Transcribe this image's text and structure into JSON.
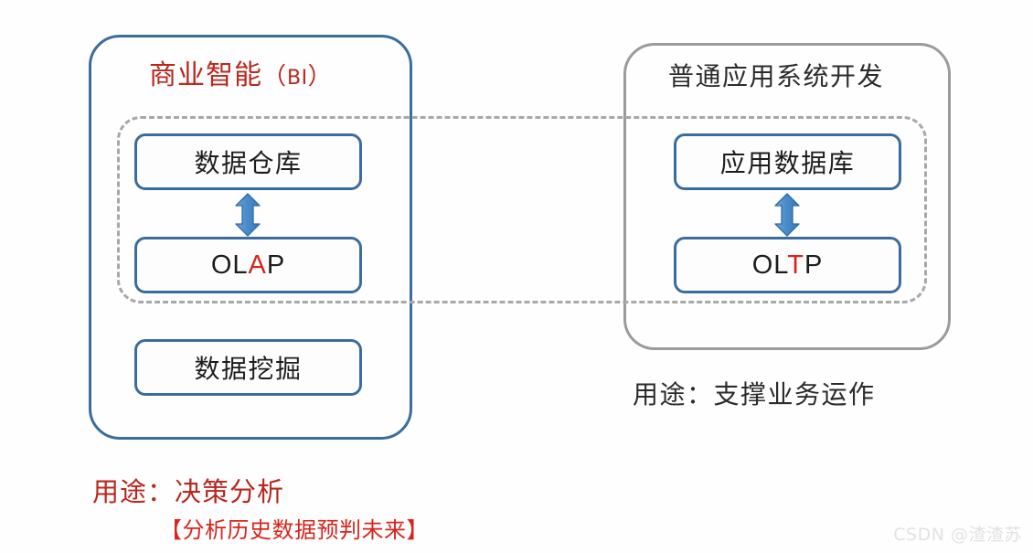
{
  "diagram": {
    "background_color": "#fefeff",
    "panels": [
      {
        "id": "bi",
        "title_cjk": "商业智能",
        "title_paren_open": "（",
        "title_latin": "BI",
        "title_paren_close": "）",
        "title_color": "#b9271d",
        "border_color": "#3a6d9e",
        "caption_main": "用途：决策分析",
        "caption_sub": "【分析历史数据预判未来】",
        "caption_color": "#b9271d"
      },
      {
        "id": "app",
        "title": "普通应用系统开发",
        "title_color": "#2b2b2b",
        "border_color": "#9b9b9b",
        "caption_main": "用途：支撑业务运作",
        "caption_color": "#2b2b2b"
      }
    ],
    "nodes": [
      {
        "id": "data-warehouse",
        "label": "数据仓库",
        "panel": "bi",
        "border_color": "#3a6d9e"
      },
      {
        "id": "olap",
        "label_pre": "OL",
        "label_accent": "A",
        "label_post": "P",
        "panel": "bi",
        "border_color": "#3a6d9e",
        "accent_color": "#d8241c"
      },
      {
        "id": "data-mining",
        "label": "数据挖掘",
        "panel": "bi",
        "border_color": "#3a6d9e"
      },
      {
        "id": "application-db",
        "label": "应用数据库",
        "panel": "app",
        "border_color": "#3a6d9e"
      },
      {
        "id": "oltp",
        "label_pre": "OL",
        "label_accent": "T",
        "label_post": "P",
        "panel": "app",
        "border_color": "#3a6d9e",
        "accent_color": "#d8241c"
      }
    ],
    "connectors": [
      {
        "id": "dw-olap",
        "type": "double-arrow",
        "color": "#3d85c8",
        "from": "data-warehouse",
        "to": "olap"
      },
      {
        "id": "appdb-oltp",
        "type": "double-arrow",
        "color": "#3d85c8",
        "from": "application-db",
        "to": "oltp"
      }
    ],
    "grouping": {
      "id": "dashed-group",
      "style": "dashed",
      "color": "#a8a8a8",
      "spans": [
        "data-warehouse",
        "olap",
        "application-db",
        "oltp"
      ]
    }
  },
  "watermark": {
    "text": "CSDN @渣渣苏",
    "color": "#e2e2e2"
  }
}
